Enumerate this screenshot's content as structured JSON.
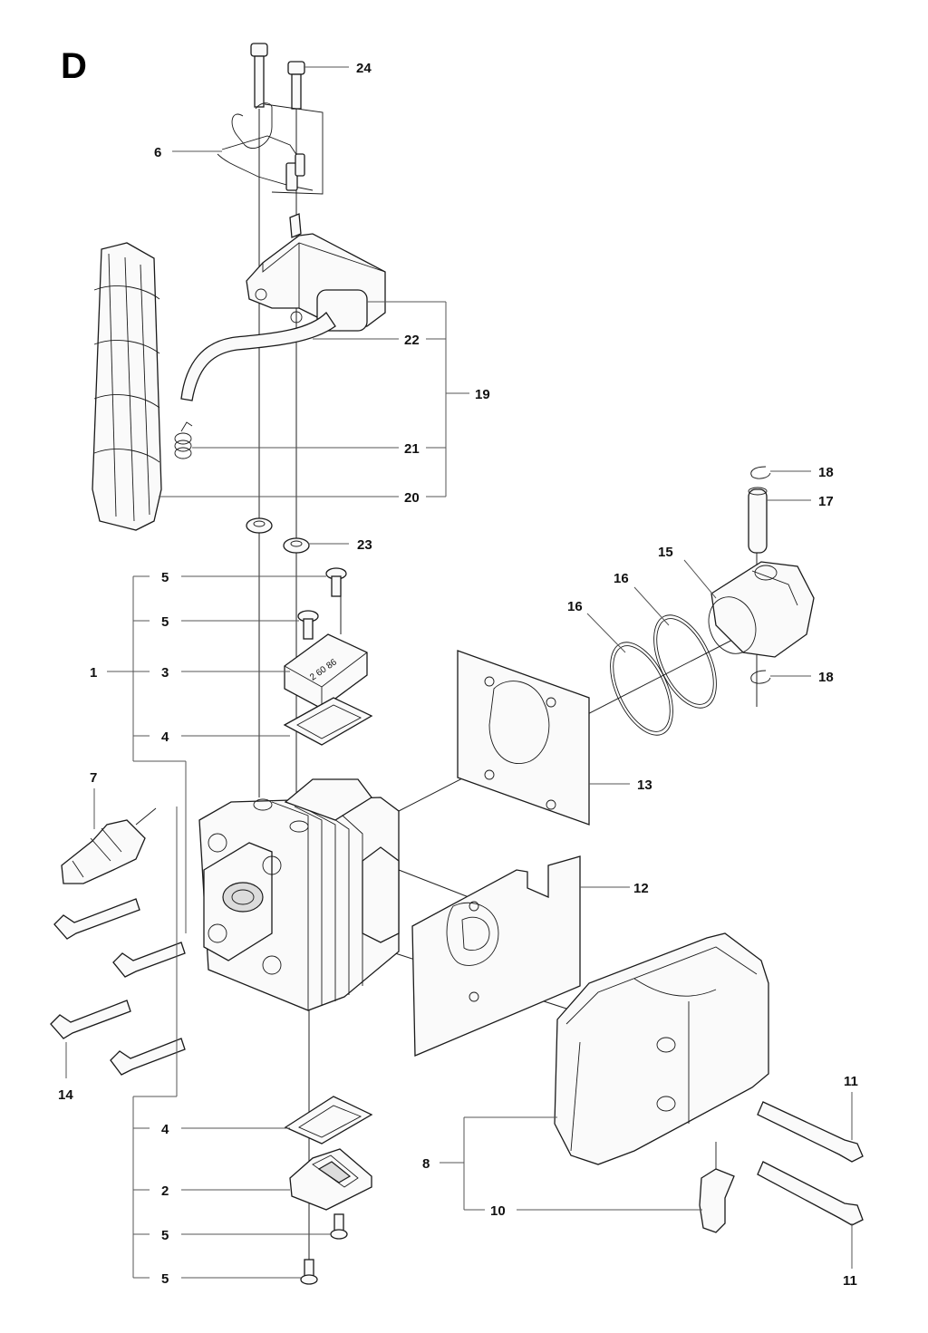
{
  "section": {
    "letter": "D"
  },
  "callouts": {
    "c24": "24",
    "c6": "6",
    "c22": "22",
    "c19": "19",
    "c21": "21",
    "c20": "20",
    "c23": "23",
    "c18a": "18",
    "c17": "17",
    "c15": "15",
    "c16a": "16",
    "c16b": "16",
    "c5a": "5",
    "c5b": "5",
    "c1": "1",
    "c3": "3",
    "c18b": "18",
    "c4a": "4",
    "c7": "7",
    "c13": "13",
    "c12": "12",
    "c14": "14",
    "c11a": "11",
    "c4b": "4",
    "c8": "8",
    "c2": "2",
    "c10": "10",
    "c5c": "5",
    "c5d": "5",
    "c11b": "11",
    "c_lot": "2 60 86"
  }
}
